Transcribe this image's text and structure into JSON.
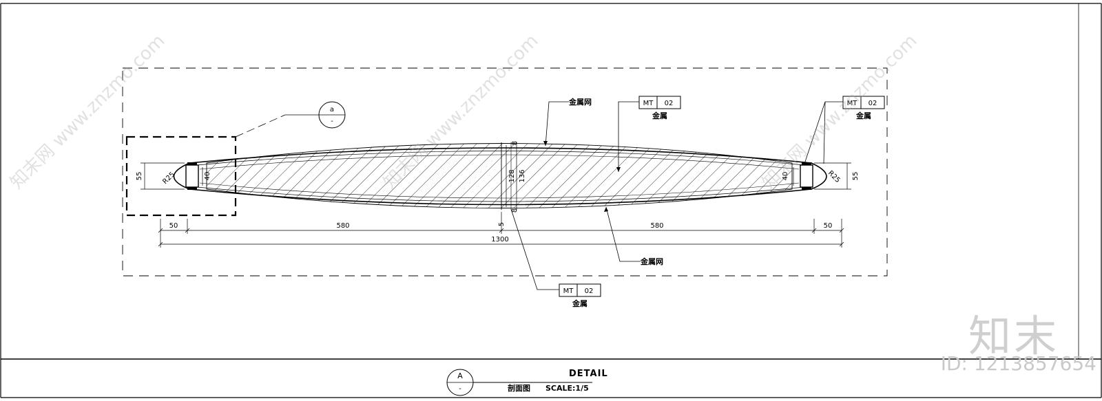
{
  "labels": {
    "mesh_top": "金属网",
    "mesh_bottom": "金属网",
    "metal": "金属",
    "tag_code": "MT",
    "tag_num": "02"
  },
  "dimensions": {
    "d50_left": "50",
    "d580_left": "580",
    "d580_right": "580",
    "d50_right": "50",
    "d1300": "1300",
    "d55_left": "55",
    "d55_right": "55",
    "d40_left": "40",
    "d40_right": "40",
    "d128": "128",
    "d136": "136",
    "d8_top": "8",
    "d8_bottom": "8",
    "d5": "5",
    "r25_left": "R25",
    "r25_right": "R25"
  },
  "callout": {
    "letter": "a",
    "dash": "-"
  },
  "title_block": {
    "symbol_letter": "A",
    "symbol_dash": "-",
    "title": "DETAIL",
    "subtitle": "剖面图",
    "scale": "SCALE:1/5"
  },
  "watermarks": {
    "brand": "知末",
    "id": "ID: 1213857654",
    "diagonal": "知末网 www.znzmo.com"
  }
}
